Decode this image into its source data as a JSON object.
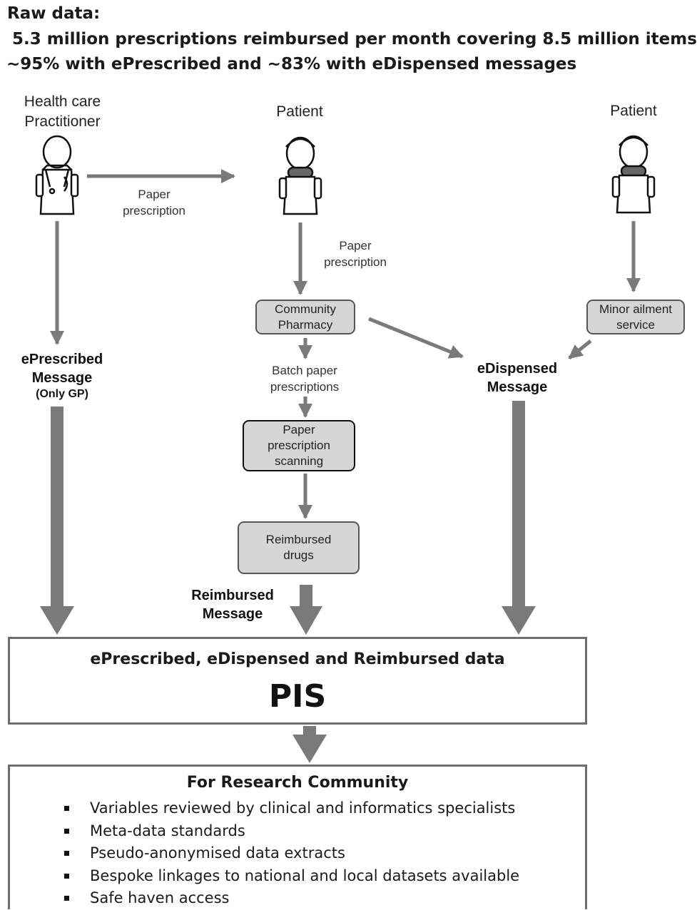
{
  "header": {
    "title": "Raw data:",
    "line1": "5.3 million prescriptions reimbursed per month covering 8.5 million items",
    "line2": "~95% with ePrescribed and ~83% with eDispensed  messages"
  },
  "actors": {
    "practitioner": [
      "Health care",
      "Practitioner"
    ],
    "patient_center": "Patient",
    "patient_right": "Patient"
  },
  "labels": {
    "paper_prescription_top": [
      "Paper",
      "prescription"
    ],
    "paper_prescription_mid": [
      "Paper",
      "prescription"
    ],
    "batch": [
      "Batch paper",
      "prescriptions"
    ],
    "eprescribed": [
      "ePrescribed",
      "Message"
    ],
    "eprescribed_note": "(Only GP)",
    "edispensed": [
      "eDispensed",
      "Message"
    ],
    "reimbursed": [
      "Reimbursed",
      "Message"
    ]
  },
  "boxes": {
    "community_pharmacy": [
      "Community",
      "Pharmacy"
    ],
    "minor_ailment": [
      "Minor ailment",
      "service"
    ],
    "scanning": [
      "Paper",
      "prescription",
      "scanning"
    ],
    "reimbursed_drugs": [
      "Reimbursed",
      "drugs"
    ]
  },
  "pis": {
    "subtitle": "ePrescribed, eDispensed and Reimbursed data",
    "title": "PIS"
  },
  "research": {
    "title": "For Research Community",
    "items": [
      "Variables reviewed by clinical and informatics specialists",
      "Meta-data standards",
      "Pseudo-anonymised data extracts",
      "Bespoke linkages to national and local datasets available",
      "Safe haven access"
    ]
  },
  "colors": {
    "arrow": "#7a7a7a",
    "box_fill": "#d6d6d6",
    "border": "#6e6e6e"
  }
}
